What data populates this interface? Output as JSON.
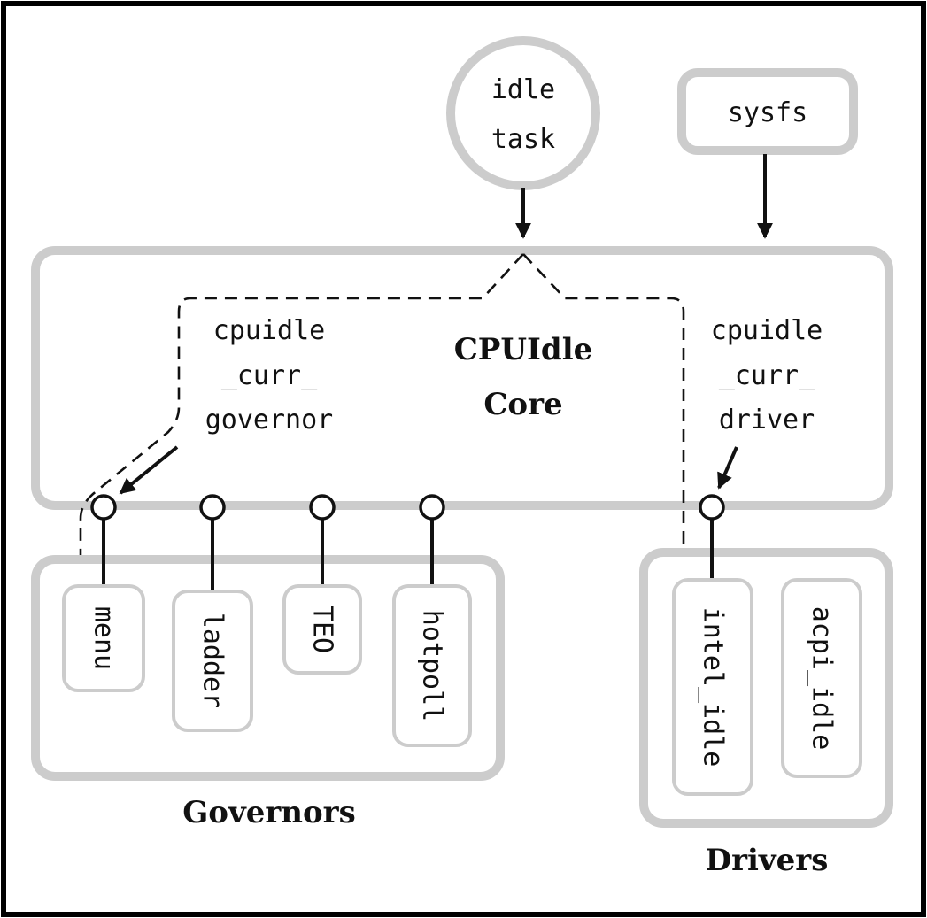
{
  "idle_task": {
    "line1": "idle",
    "line2": "task"
  },
  "sysfs": {
    "label": "sysfs"
  },
  "core": {
    "line1": "CPUIdle",
    "line2": "Core"
  },
  "curr_governor": {
    "line1": "cpuidle",
    "line2": "_curr_",
    "line3": "governor"
  },
  "curr_driver": {
    "line1": "cpuidle",
    "line2": "_curr_",
    "line3": "driver"
  },
  "governors": {
    "title": "Governors",
    "items": [
      "menu",
      "ladder",
      "TEO",
      "hotpoll"
    ]
  },
  "drivers": {
    "title": "Drivers",
    "items": [
      "intel_idle",
      "acpi_idle"
    ]
  }
}
